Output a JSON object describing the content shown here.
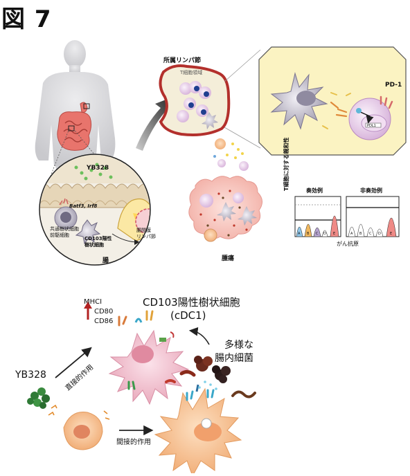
{
  "figure_title": "図 7",
  "top_panel": {
    "node_label": "所属リンパ節",
    "node_sublabel": "T細胞領域",
    "pd1_label": "PD-1",
    "pdl1_label": "PDL1",
    "tumor_label": "腫瘍",
    "gut_label": "腸",
    "yb328_label": "YB328",
    "genes_label": "Batf3, Irf8",
    "precursor_label_1": "共通樹状細胞",
    "precursor_label_2": "前駆細胞",
    "cd103_label_1": "CD103陽性",
    "cd103_label_2": "樹状細胞",
    "mesenteric_label_1": "腸間膜",
    "mesenteric_label_2": "リンパ節"
  },
  "chart": {
    "ylabel": "T細胞に対する親和性",
    "xlabel": "がん抗原",
    "responder_title": "奏効例",
    "nonresponder_title": "非奏効例",
    "peak_letters": [
      "A",
      "B",
      "C",
      "D",
      "E"
    ]
  },
  "bottom_panel": {
    "dc_title_1": "CD103陽性樹状細胞",
    "dc_title_2": "(cDC1)",
    "markers": [
      "MHCI",
      "CD80",
      "CD86"
    ],
    "yb328_label": "YB328",
    "direct_label": "直接的作用",
    "indirect_label": "間接的作用",
    "microbe_label_1": "多様な",
    "microbe_label_2": "腸内細菌"
  },
  "colors": {
    "intestine": "#e0605a",
    "body": "#d9d9dc",
    "dc_pink": "#f0b9c8",
    "dc_orange": "#f7c08e",
    "yb328_green": "#2f7a36",
    "lymph_node_rim": "#b3302c",
    "tumor": "#f7c6c2",
    "arrow_red": "#b22222"
  }
}
